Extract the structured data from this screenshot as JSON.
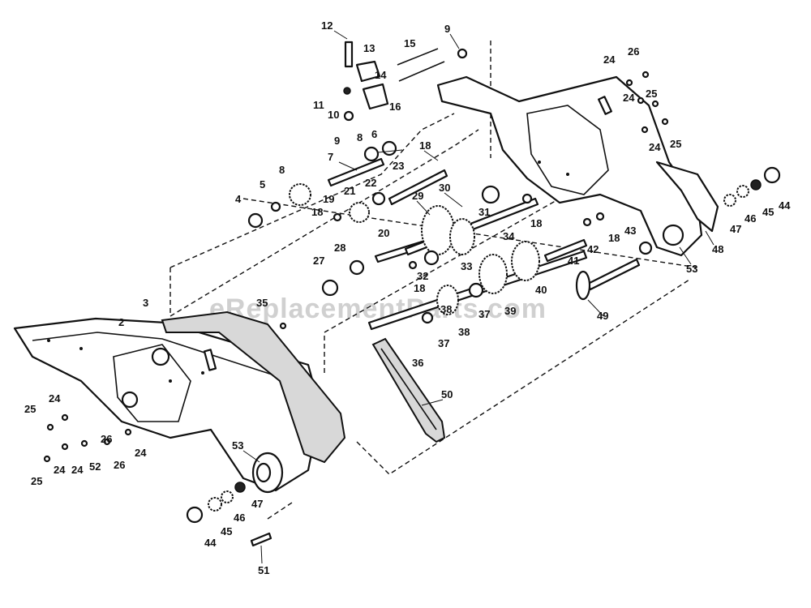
{
  "watermark": "eReplacementParts.com",
  "callouts": [
    {
      "id": "c12a",
      "text": "12"
    },
    {
      "id": "c13",
      "text": "13"
    },
    {
      "id": "c15",
      "text": "15"
    },
    {
      "id": "c9a",
      "text": "9"
    },
    {
      "id": "c14",
      "text": "14"
    },
    {
      "id": "c11",
      "text": "11"
    },
    {
      "id": "c10",
      "text": "10"
    },
    {
      "id": "c16",
      "text": "16"
    },
    {
      "id": "c9b",
      "text": "9"
    },
    {
      "id": "c6",
      "text": "6"
    },
    {
      "id": "c8a",
      "text": "8"
    },
    {
      "id": "c7",
      "text": "7"
    },
    {
      "id": "c18a",
      "text": "18"
    },
    {
      "id": "c23",
      "text": "23"
    },
    {
      "id": "c8b",
      "text": "8"
    },
    {
      "id": "c4",
      "text": "4"
    },
    {
      "id": "c5",
      "text": "5"
    },
    {
      "id": "c22",
      "text": "22"
    },
    {
      "id": "c21",
      "text": "21"
    },
    {
      "id": "c19",
      "text": "19"
    },
    {
      "id": "c18b",
      "text": "18"
    },
    {
      "id": "c20",
      "text": "20"
    },
    {
      "id": "c29",
      "text": "29"
    },
    {
      "id": "c30",
      "text": "30"
    },
    {
      "id": "c31",
      "text": "31"
    },
    {
      "id": "c18c",
      "text": "18"
    },
    {
      "id": "c34",
      "text": "34"
    },
    {
      "id": "c28",
      "text": "28"
    },
    {
      "id": "c27",
      "text": "27"
    },
    {
      "id": "c32",
      "text": "32"
    },
    {
      "id": "c33",
      "text": "33"
    },
    {
      "id": "c18d",
      "text": "18"
    },
    {
      "id": "c42",
      "text": "42"
    },
    {
      "id": "c18e",
      "text": "18"
    },
    {
      "id": "c43",
      "text": "43"
    },
    {
      "id": "c41",
      "text": "41"
    },
    {
      "id": "c40",
      "text": "40"
    },
    {
      "id": "c39",
      "text": "39"
    },
    {
      "id": "c37a",
      "text": "37"
    },
    {
      "id": "c38a",
      "text": "38"
    },
    {
      "id": "c49",
      "text": "49"
    },
    {
      "id": "c38b",
      "text": "38"
    },
    {
      "id": "c37b",
      "text": "37"
    },
    {
      "id": "c36",
      "text": "36"
    },
    {
      "id": "c35",
      "text": "35"
    },
    {
      "id": "c3",
      "text": "3"
    },
    {
      "id": "c2",
      "text": "2"
    },
    {
      "id": "c50",
      "text": "50"
    },
    {
      "id": "c24a",
      "text": "24"
    },
    {
      "id": "c26a",
      "text": "26"
    },
    {
      "id": "c24b",
      "text": "24"
    },
    {
      "id": "c25a",
      "text": "25"
    },
    {
      "id": "c24c",
      "text": "24"
    },
    {
      "id": "c25b",
      "text": "25"
    },
    {
      "id": "c48",
      "text": "48"
    },
    {
      "id": "c53a",
      "text": "53"
    },
    {
      "id": "c44a",
      "text": "44"
    },
    {
      "id": "c45a",
      "text": "45"
    },
    {
      "id": "c46a",
      "text": "46"
    },
    {
      "id": "c47a",
      "text": "47"
    },
    {
      "id": "c24d",
      "text": "24"
    },
    {
      "id": "c25c",
      "text": "25"
    },
    {
      "id": "c24e",
      "text": "24"
    },
    {
      "id": "c26b",
      "text": "26"
    },
    {
      "id": "c52",
      "text": "52"
    },
    {
      "id": "c24f",
      "text": "24"
    },
    {
      "id": "c25d",
      "text": "25"
    },
    {
      "id": "c26c",
      "text": "26"
    },
    {
      "id": "c24g",
      "text": "24"
    },
    {
      "id": "c53b",
      "text": "53"
    },
    {
      "id": "c47b",
      "text": "47"
    },
    {
      "id": "c46b",
      "text": "46"
    },
    {
      "id": "c45b",
      "text": "45"
    },
    {
      "id": "c44b",
      "text": "44"
    },
    {
      "id": "c51",
      "text": "51"
    }
  ]
}
